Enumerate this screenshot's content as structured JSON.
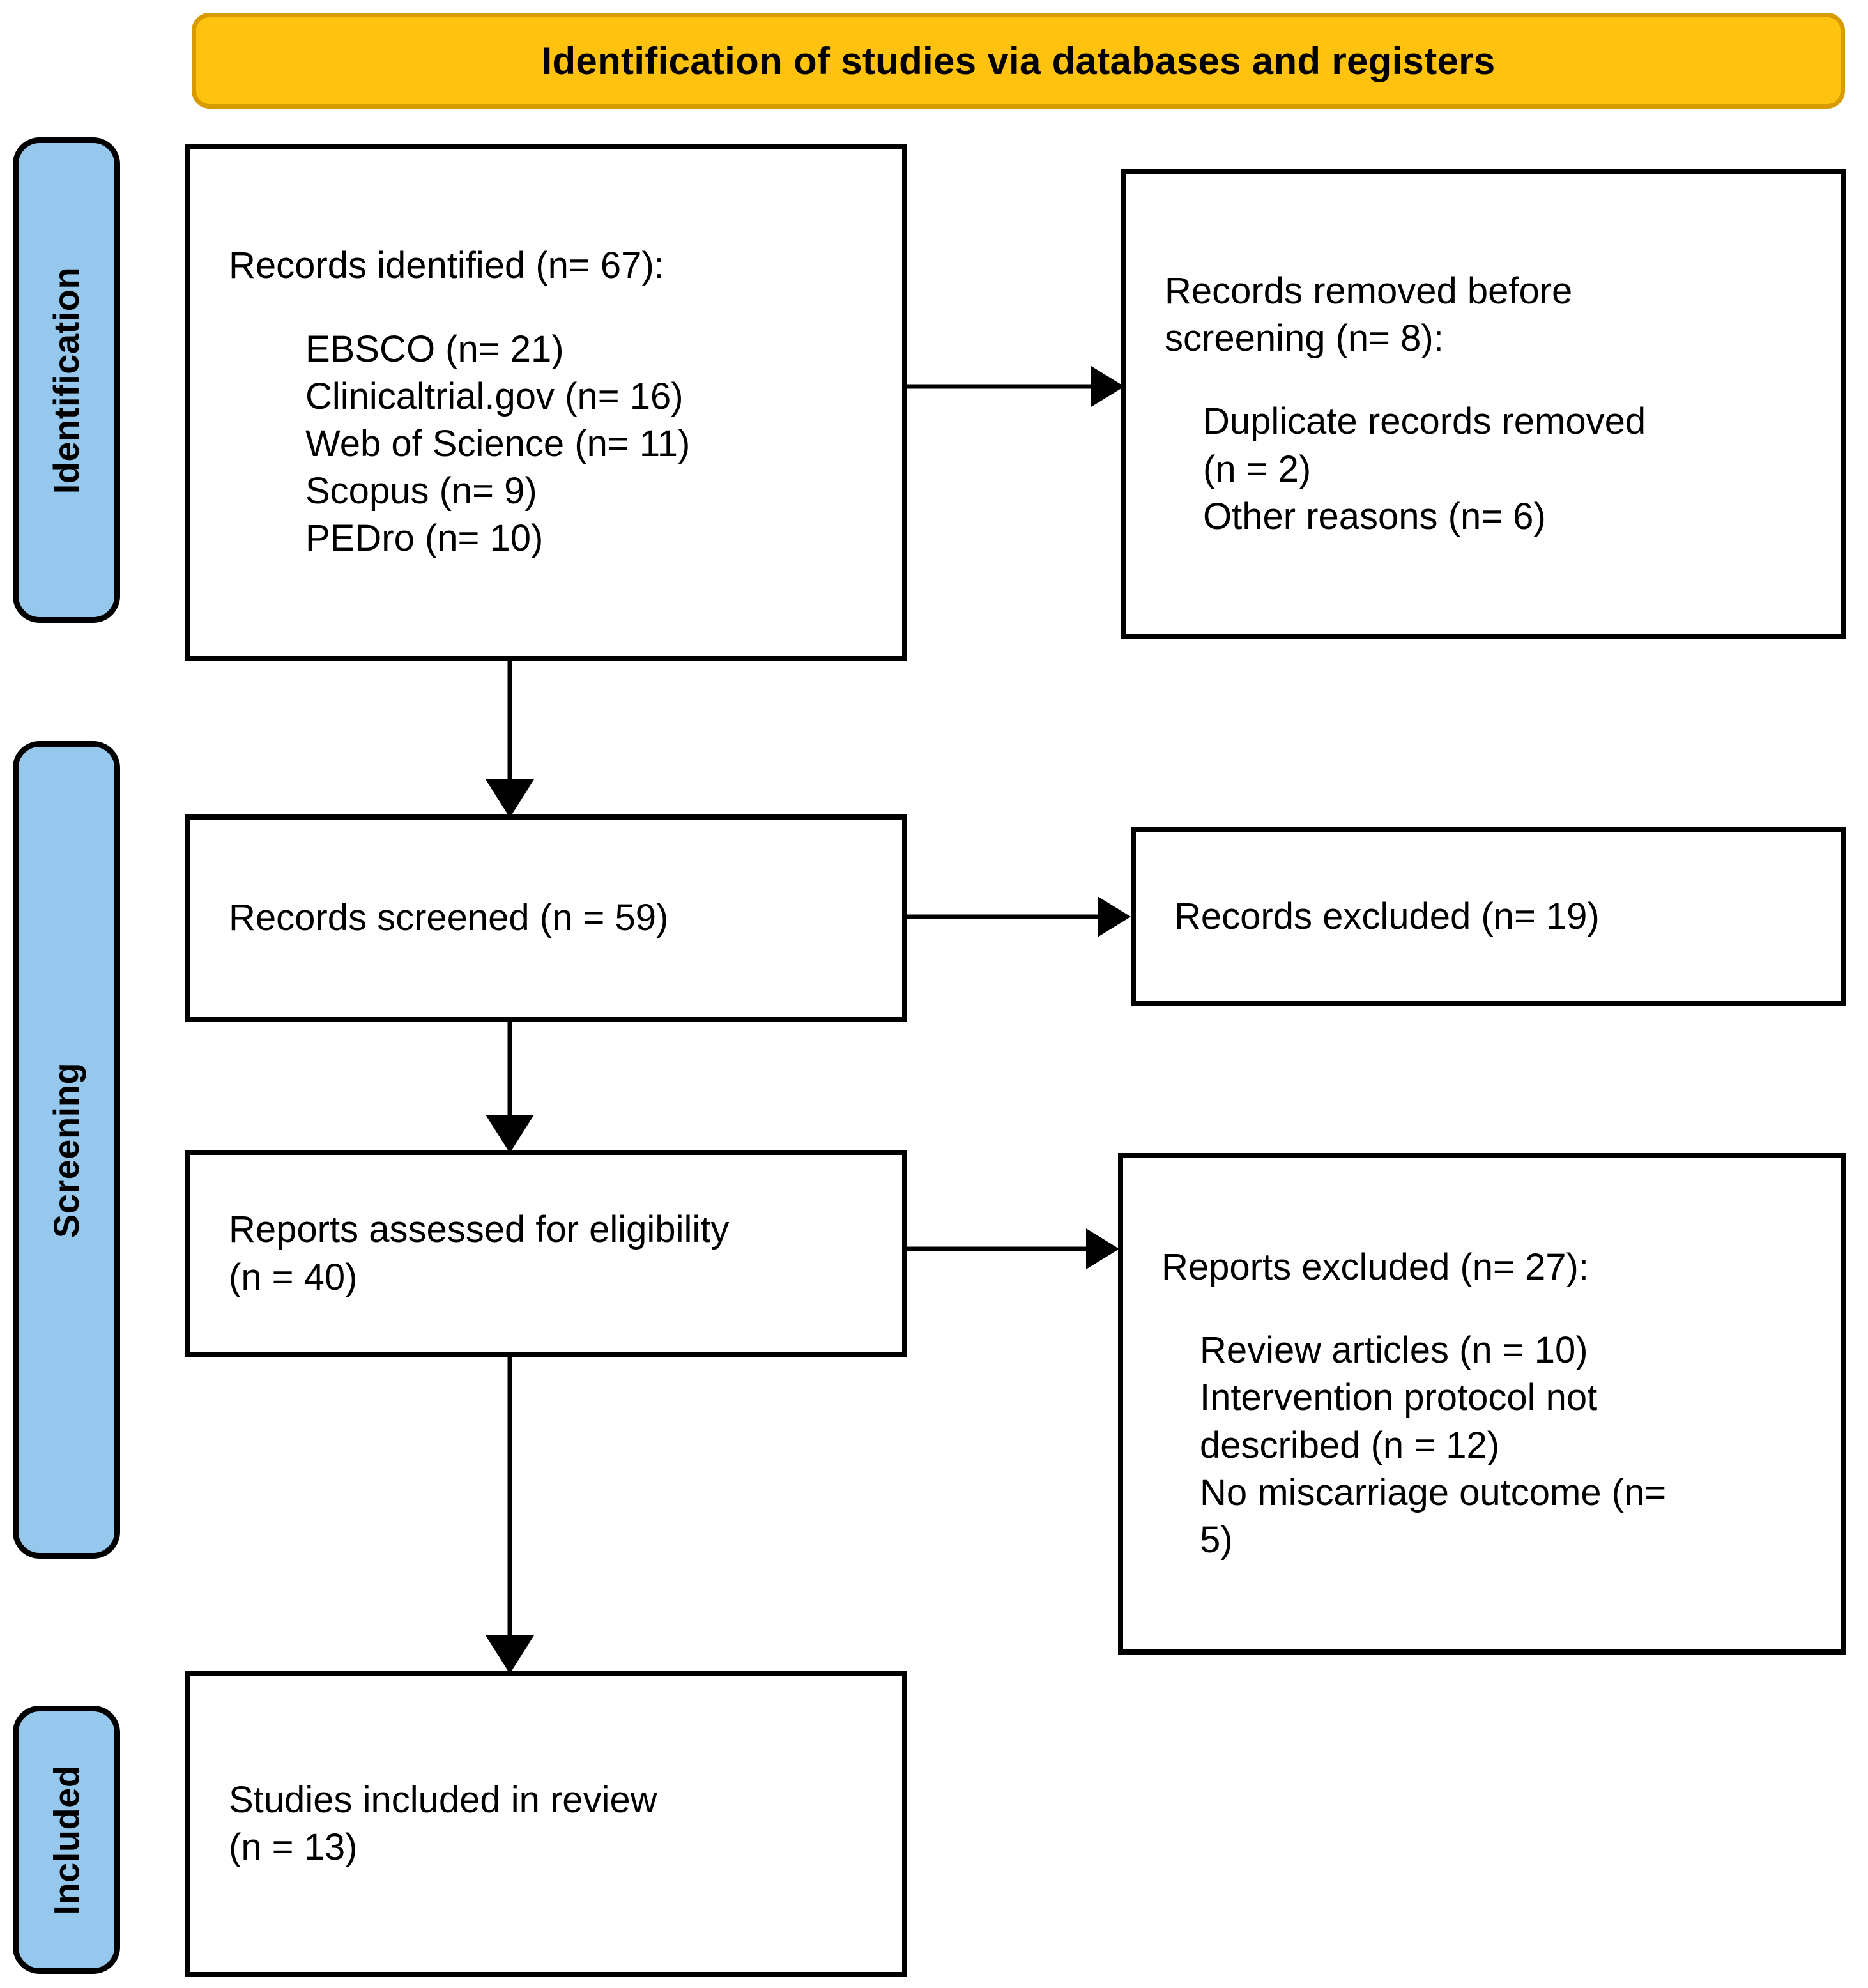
{
  "header": {
    "title": "Identification of studies via databases and registers",
    "background_color": "#FFC20E",
    "border_color": "#D79B00"
  },
  "stages": {
    "color": "#95C8EC",
    "identification": "Identification",
    "screening": "Screening",
    "included": "Included"
  },
  "boxes": {
    "records_identified": {
      "heading": "Records identified (n= 67):",
      "sources": "EBSCO (n= 21)\nClinicaltrial.gov (n= 16)\nWeb of Science (n= 11)\nScopus (n= 9)\nPEDro (n= 10)"
    },
    "records_removed": {
      "heading": "Records removed before\nscreening (n= 8):",
      "reasons": "Duplicate records removed\n(n = 2)\nOther reasons (n= 6)"
    },
    "records_screened": {
      "text": "Records screened (n = 59)"
    },
    "records_excluded": {
      "text": "Records excluded (n= 19)"
    },
    "reports_assessed": {
      "text": "Reports assessed for eligibility\n(n = 40)"
    },
    "reports_excluded": {
      "heading": "Reports excluded (n= 27):",
      "reasons": "Review articles (n = 10)\nIntervention protocol not\ndescribed (n = 12)\nNo miscarriage outcome (n=\n5)"
    },
    "studies_included": {
      "text": "Studies included in review\n(n = 13)"
    }
  },
  "chart_data": {
    "type": "diagram",
    "title": "Identification of studies via databases and registers",
    "flow": [
      {
        "stage": "Identification",
        "node": "Records identified",
        "n": 67,
        "breakdown": [
          {
            "source": "EBSCO",
            "n": 21
          },
          {
            "source": "Clinicaltrial.gov",
            "n": 16
          },
          {
            "source": "Web of Science",
            "n": 11
          },
          {
            "source": "Scopus",
            "n": 9
          },
          {
            "source": "PEDro",
            "n": 10
          }
        ]
      },
      {
        "stage": "Identification",
        "node": "Records removed before screening",
        "n": 8,
        "breakdown": [
          {
            "reason": "Duplicate records removed",
            "n": 2
          },
          {
            "reason": "Other reasons",
            "n": 6
          }
        ]
      },
      {
        "stage": "Screening",
        "node": "Records screened",
        "n": 59
      },
      {
        "stage": "Screening",
        "node": "Records excluded",
        "n": 19
      },
      {
        "stage": "Screening",
        "node": "Reports assessed for eligibility",
        "n": 40
      },
      {
        "stage": "Screening",
        "node": "Reports excluded",
        "n": 27,
        "breakdown": [
          {
            "reason": "Review articles",
            "n": 10
          },
          {
            "reason": "Intervention protocol not described",
            "n": 12
          },
          {
            "reason": "No miscarriage outcome",
            "n": 5
          }
        ]
      },
      {
        "stage": "Included",
        "node": "Studies included in review",
        "n": 13
      }
    ]
  }
}
